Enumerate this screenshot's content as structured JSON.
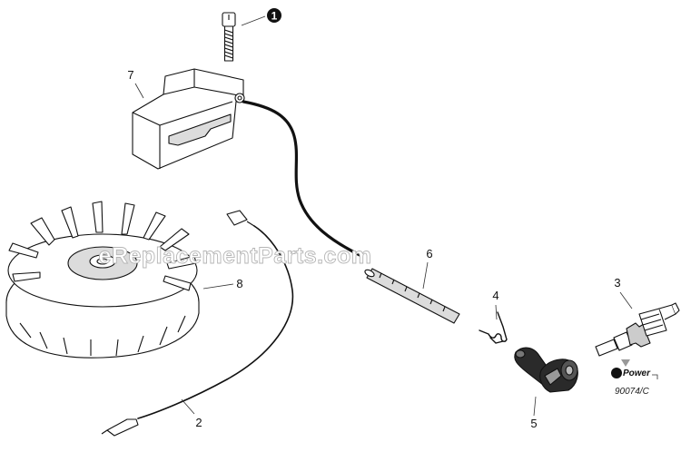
{
  "callouts": {
    "p1": "1",
    "p2": "2",
    "p3": "3",
    "p4": "4",
    "p5": "5",
    "p6": "6",
    "p7": "7",
    "p8": "8"
  },
  "watermark": "eReplacementParts.com",
  "brand": {
    "logo_text": "Power",
    "drawing_code": "90074/C"
  },
  "colors": {
    "line": "#111111",
    "background": "#ffffff",
    "watermark_outline": "#b5b5b5"
  }
}
